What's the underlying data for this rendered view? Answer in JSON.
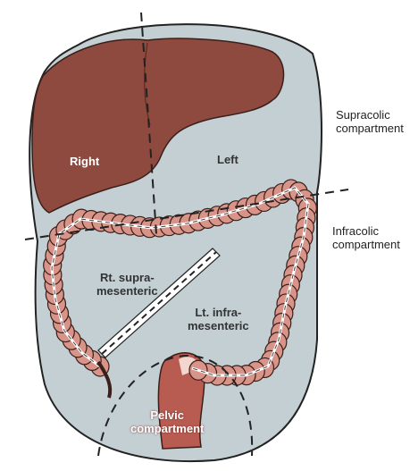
{
  "labels": {
    "supracolic": "Supracolic\ncompartment",
    "infracolic": "Infracolic\ncompartment",
    "right": "Right",
    "left": "Left",
    "rt_supramesenteric": "Rt. supra-\nmesenteric",
    "lt_inframesenteric": "Lt. infra-\nmesenteric",
    "pelvic": "Pelvic\ncompartment"
  },
  "colors": {
    "cavity": "#c3cfd3",
    "liver": "#8e4a3e",
    "colon": "#d9948a",
    "colon_outline": "#3a1f1a",
    "rectum": "#b85c52",
    "mesentery_band": "#ffffff",
    "outline": "#222222"
  }
}
